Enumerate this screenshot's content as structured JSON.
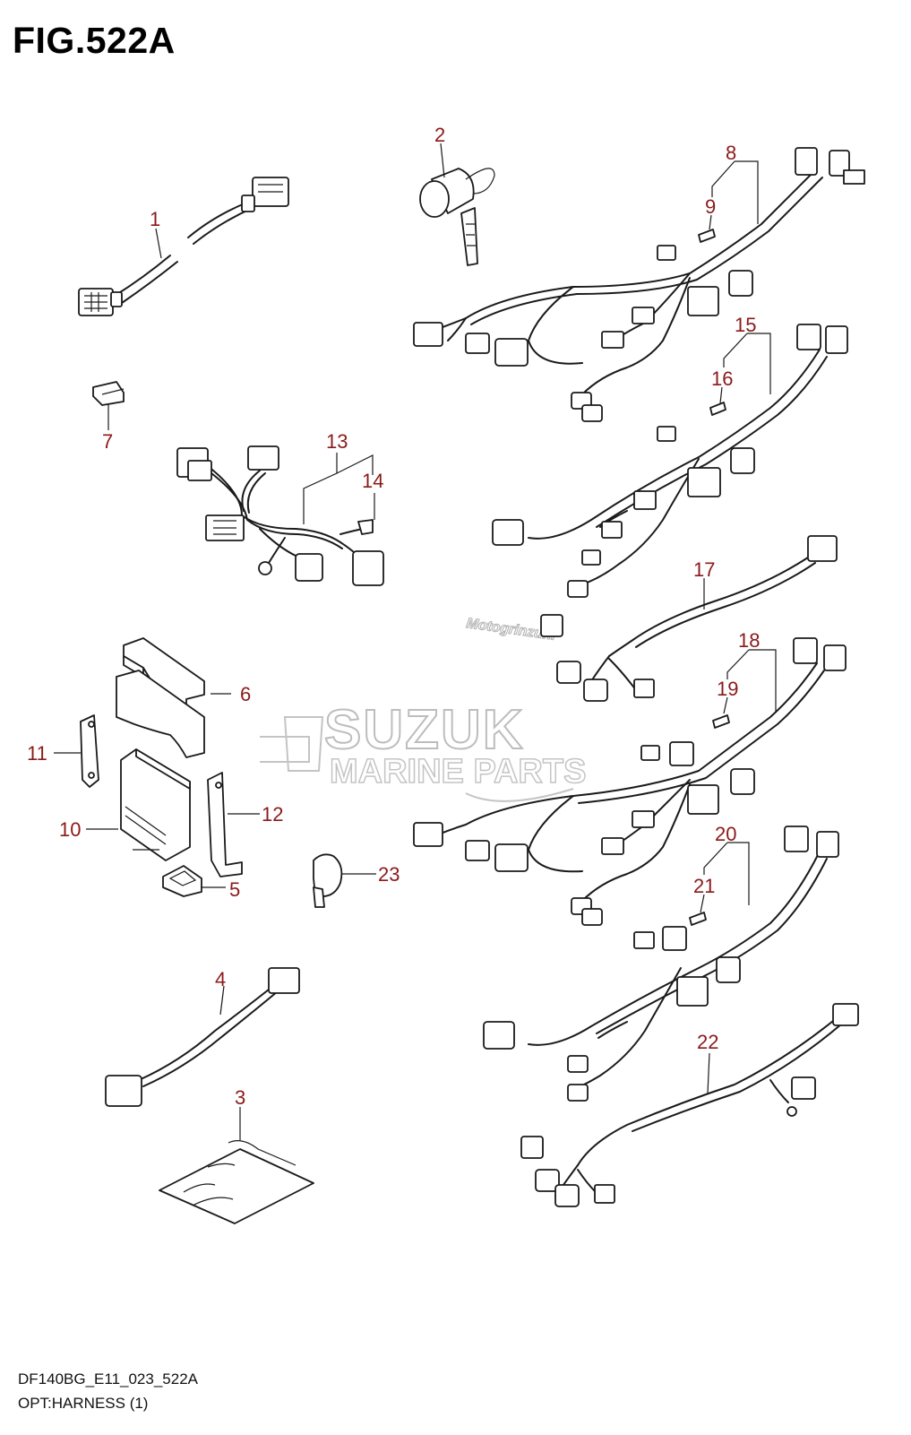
{
  "figure": {
    "title": "FIG.522A",
    "code": "DF140BG_E11_023_522A",
    "description": "OPT:HARNESS (1)"
  },
  "watermark": {
    "brand": "SUZUK",
    "subtitle": "MARINE PARTS",
    "site": "Motogrinzuni"
  },
  "callouts": [
    "1",
    "2",
    "3",
    "4",
    "5",
    "6",
    "7",
    "8",
    "9",
    "10",
    "11",
    "12",
    "13",
    "14",
    "15",
    "16",
    "17",
    "18",
    "19",
    "20",
    "21",
    "22",
    "23"
  ],
  "colors": {
    "callout": "#8b1a1a",
    "line": "#1a1a1a",
    "watermark": "#bdbdbd"
  }
}
